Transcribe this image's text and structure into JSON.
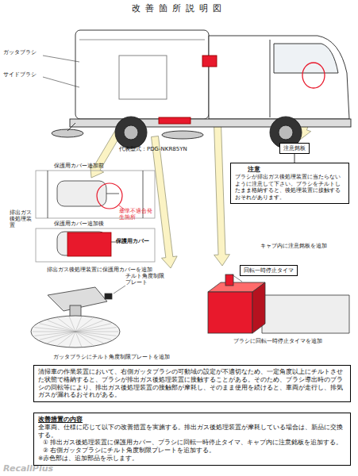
{
  "diagram": {
    "title": "改善箇所説明図",
    "nodes": [
      {
        "text": [
          "注意銘板"
        ]
      },
      {
        "text": [
          "注意",
          "ブラシが排出ガス後処理装置に当たらないように注意して下さい。ブラシをチルトしたまま格納すると、後処理装置に接触するおそれがあります。"
        ]
      },
      {
        "text": [
          "回転一時停止タイマ"
        ]
      },
      {
        "text": [
          "清掃車の作業装置において、右側ガッタブラシの可動域の設定が不適切なため、一定角度以上にチルトさせた状態で格納すると、ブラシが排出ガス後処理装置に接触することがある。そのため、ブラシ導出時のブラシの回転等により、排出ガス後処理装置の接触部が摩耗し、そのまま使用を続けると、車両が走行し、排気ガスが漏れるおそれがある。"
        ]
      },
      {
        "text": [
          "改善措置の内容",
          "全車両、仕様に応じて以下の改善措置を実施する。排出ガス後処理装置が摩耗している場合は、新品に交換する。",
          "① 排出ガス後処理装置に保護用カバー、ブラシに回転一時停止タイマ、キャブ内に注意銘板を追加する。",
          "② 右側ガッタブラシにチルト角度制限プレートを追加する。",
          "※赤色部は、追加部品を示します。"
        ]
      }
    ],
    "edges": [
      {
        "from": 0,
        "to": 1,
        "arrow": "none"
      }
    ],
    "labels": [
      "ガッタブラシ",
      "サイドブラシ",
      "代表型式：PDG-NKR85YN",
      "保護用カバー追加前",
      "排出ガス後処理装置",
      "保護用カバー追加後",
      "基準不適合発生箇所",
      "保護用カバー",
      "排出ガス後処理装置に保護用カバーを追加",
      "チルト角度制限プレート",
      "ガッタブラシにチルト角度制限プレートを追加",
      "ブラシに回転一時停止タイマを追加",
      "キャブ内に注意銘板を追加",
      "RecallPlus"
    ]
  }
}
